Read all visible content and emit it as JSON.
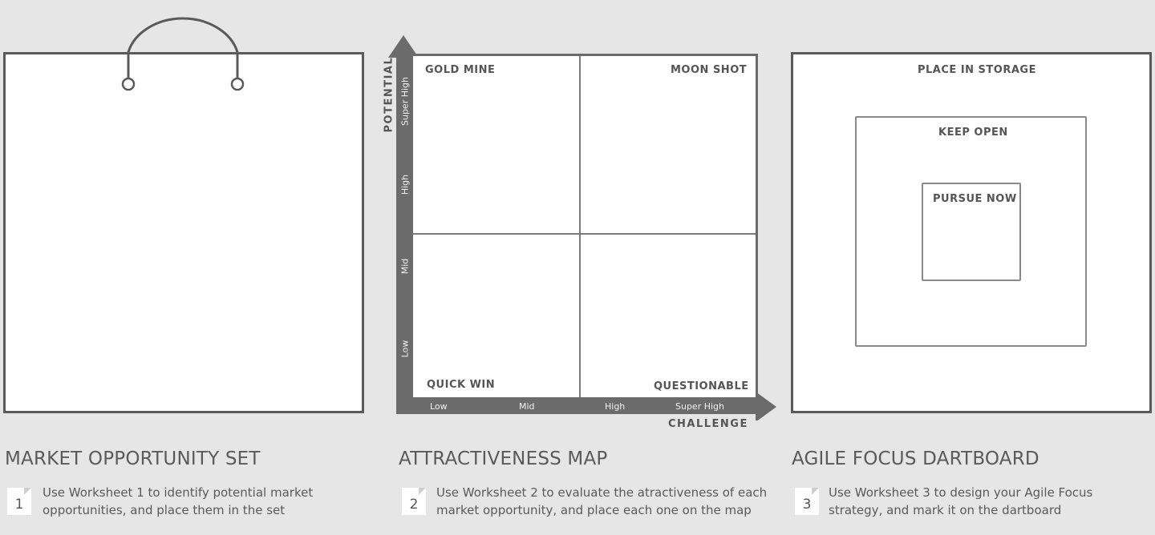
{
  "set": {
    "heading": "MARKET OPPORTUNITY SET",
    "step_number": "1",
    "description": "Use Worksheet 1 to identify potential market opportunities, and place them in the set"
  },
  "map": {
    "heading": "ATTRACTIVENESS MAP",
    "step_number": "2",
    "description": "Use Worksheet 2 to evaluate the atractiveness of each market opportunity, and place each one on the map",
    "quadrants": {
      "top_left": "GOLD MINE",
      "top_right": "MOON SHOT",
      "bottom_left": "QUICK WIN",
      "bottom_right": "QUESTIONABLE"
    },
    "y_axis": {
      "title": "POTENTIAL",
      "ticks": [
        "Low",
        "Mid",
        "High",
        "Super High"
      ]
    },
    "x_axis": {
      "title": "CHALLENGE",
      "ticks": [
        "Low",
        "Mid",
        "High",
        "Super High"
      ]
    }
  },
  "dartboard": {
    "heading": "AGILE FOCUS DARTBOARD",
    "step_number": "3",
    "description": "Use Worksheet 3 to design your Agile Focus strategy, and mark it on the dartboard",
    "rings": {
      "outer": "PLACE IN STORAGE",
      "middle": "KEEP OPEN",
      "inner": "PURSUE NOW"
    }
  },
  "colors": {
    "background": "#e6e6e6",
    "stroke": "#5a5a5a",
    "axis": "#6b6b6b",
    "text": "#555555"
  },
  "icons": [
    "bag-handle-icon",
    "step-number-icon",
    "axis-arrow-icon"
  ]
}
